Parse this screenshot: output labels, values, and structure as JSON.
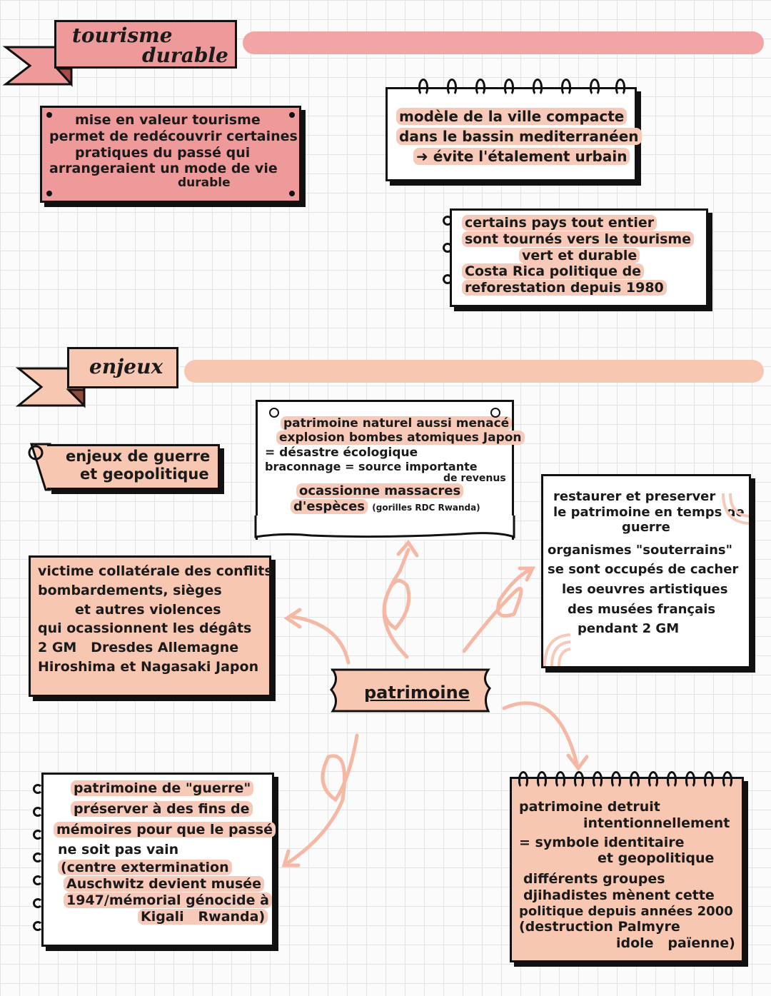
{
  "section1": {
    "title_line1": "tourisme",
    "title_line2": "durable"
  },
  "section2": {
    "title": "enjeux"
  },
  "box_mise": [
    "mise en valeur tourisme",
    "permet de redécouvrir certaines",
    "pratiques du passé qui",
    "arrangeraient un mode de vie",
    "durable"
  ],
  "box_modele": [
    "modèle de la ville compacte",
    "dans le bassin mediterranéen",
    "➜ évite l'étalement urbain"
  ],
  "box_certains": [
    "certains pays tout entier",
    "sont tournés vers le tourisme",
    "vert et durable",
    "Costa Rica politique de",
    "reforestation depuis 1980"
  ],
  "tag_guerre": [
    "enjeux de guerre",
    "et geopolitique"
  ],
  "box_naturel": [
    "patrimoine naturel aussi menacé",
    "explosion bombes atomiques Japon",
    "= désastre écologique",
    "braconnage = source importante",
    "de revenus",
    "ocassionne massacres",
    "d'espèces",
    "(gorilles RDC Rwanda)"
  ],
  "box_victime": [
    "victime collatérale des conflits",
    "bombardements, sièges",
    "et autres violences",
    "qui ocassionnent les dégâts",
    "2 GM   Dresdes Allemagne",
    "Hiroshima et Nagasaki Japon"
  ],
  "box_restaurer": [
    "restaurer et preserver",
    "le patrimoine en temps de",
    "guerre",
    "organismes \"souterrains\"",
    "se sont occupés de cacher",
    "les oeuvres artistiques",
    "des musées français",
    "pendant 2 GM"
  ],
  "center_label": "patrimoine",
  "box_memoire": [
    "patrimoine de \"guerre\"",
    "préserver à des fins de",
    "mémoires pour que le passé",
    "ne soit pas vain",
    "(centre extermination",
    "Auschwitz devient musée",
    "1947/mémorial génocide à",
    "Kigali   Rwanda)"
  ],
  "box_detruit": [
    "patrimoine detruit",
    "intentionnellement",
    "= symbole identitaire",
    "et geopolitique",
    "différents groupes",
    "djihadistes mènent cette",
    "politique depuis années 2000",
    "(destruction Palmyre",
    "idole   païenne)"
  ],
  "colors": {
    "pink": "#ef9a9a",
    "peach": "#f8c7b2",
    "highlight": "#f6c9b8",
    "ink": "#111111"
  }
}
